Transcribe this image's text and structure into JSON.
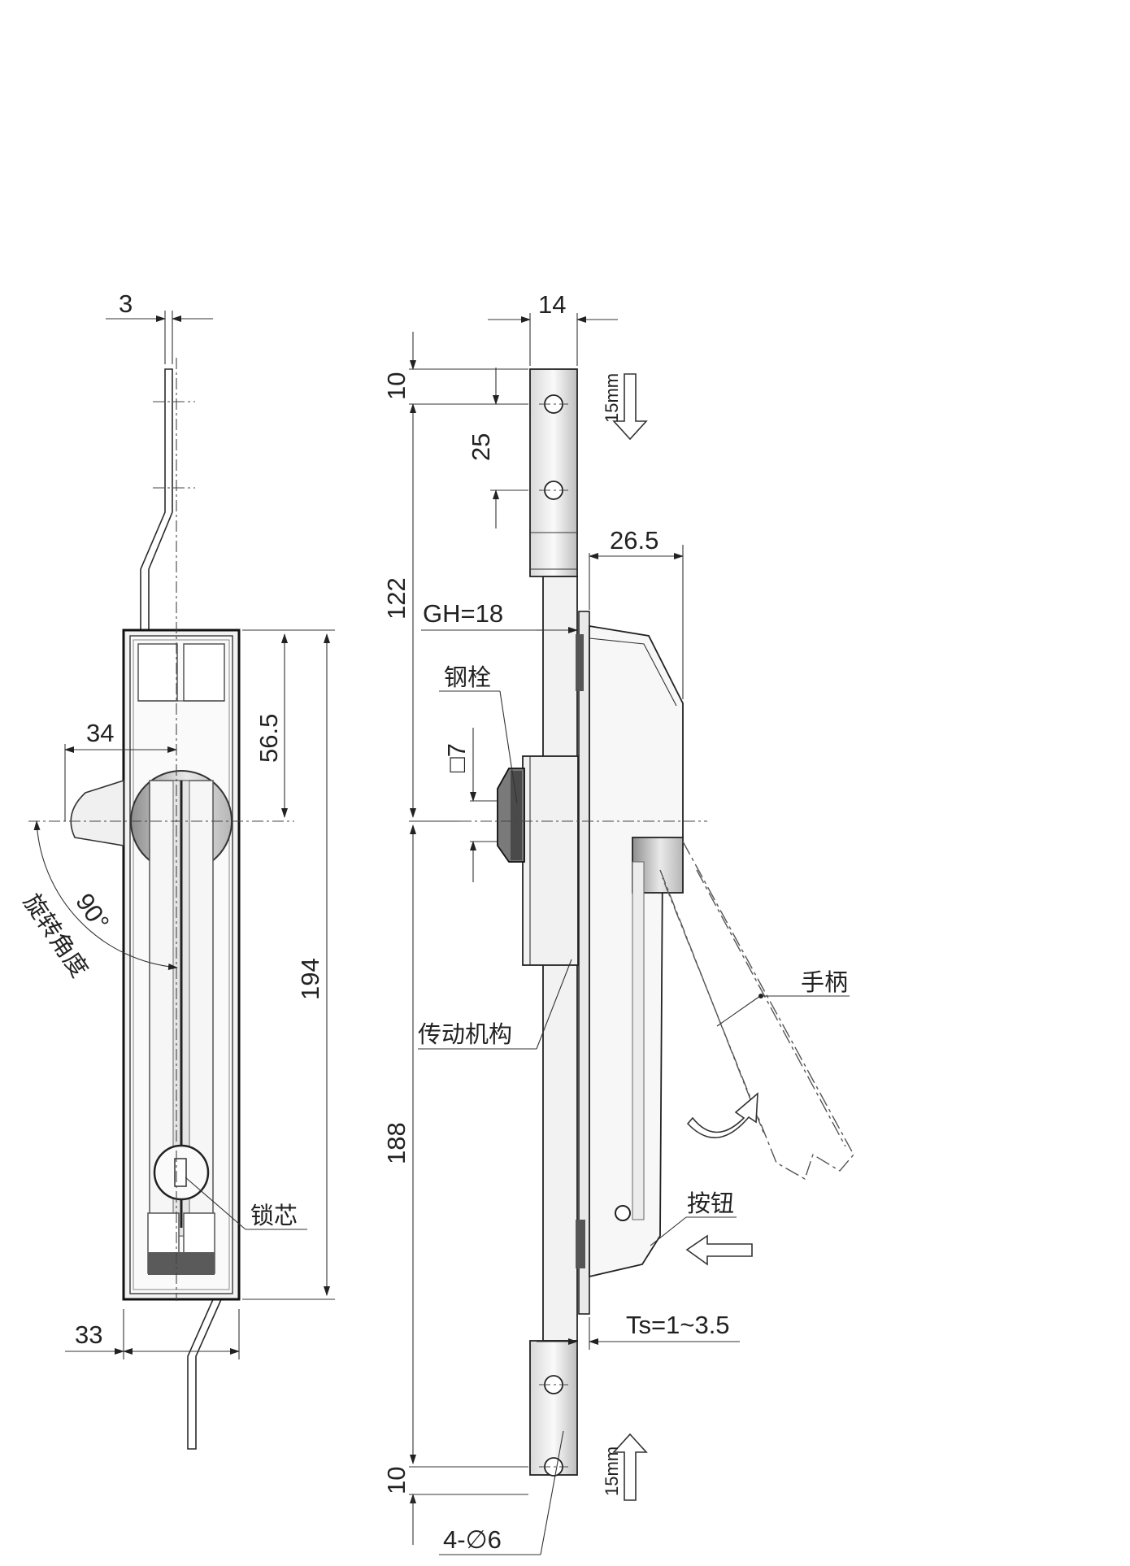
{
  "dimensions": {
    "d3": "3",
    "d14": "14",
    "d10_top": "10",
    "d25": "25",
    "d122": "122",
    "d26_5": "26.5",
    "gh": "GH=18",
    "d56_5": "56.5",
    "d34": "34",
    "sq7": "□7",
    "d194": "194",
    "d90": "90°",
    "d188": "188",
    "d33": "33",
    "ts": "Ts=1~3.5",
    "d10_bottom": "10",
    "holes": "4-∅6",
    "stroke_top": "15mm",
    "stroke_bottom": "15mm"
  },
  "labels": {
    "rotation_angle": "旋转角度",
    "steel_bolt": "钢栓",
    "transmission": "传动机构",
    "handle": "手柄",
    "lock_cylinder": "锁芯",
    "button": "按钮"
  },
  "colors": {
    "line": "#2a2a2a",
    "panel_fill": "#f4f4f4",
    "shadow": "#9a9a9a",
    "dark": "#3a3a3a"
  }
}
